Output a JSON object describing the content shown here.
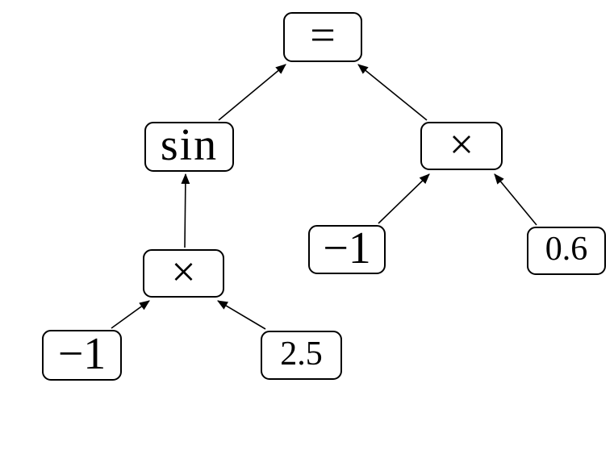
{
  "diagram": {
    "type": "expression-tree",
    "background_color": "#ffffff",
    "stroke_color": "#000000",
    "nodes": [
      {
        "id": "equals",
        "label": "="
      },
      {
        "id": "sin",
        "label": "sin"
      },
      {
        "id": "multiply-left",
        "label": "×"
      },
      {
        "id": "multiply-right",
        "label": "×"
      },
      {
        "id": "neg-one-left",
        "label": "−1"
      },
      {
        "id": "const-2-5",
        "label": "2.5"
      },
      {
        "id": "neg-one-right",
        "label": "−1"
      },
      {
        "id": "const-0-6",
        "label": "0.6"
      }
    ],
    "edges": [
      {
        "from": "sin",
        "to": "equals"
      },
      {
        "from": "multiply-right",
        "to": "equals"
      },
      {
        "from": "multiply-left",
        "to": "sin"
      },
      {
        "from": "neg-one-left",
        "to": "multiply-left"
      },
      {
        "from": "const-2-5",
        "to": "multiply-left"
      },
      {
        "from": "neg-one-right",
        "to": "multiply-right"
      },
      {
        "from": "const-0-6",
        "to": "multiply-right"
      }
    ]
  }
}
